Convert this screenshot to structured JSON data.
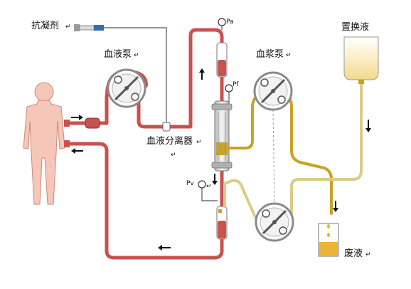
{
  "labels": {
    "anticoagulant": "抗凝剂",
    "anticoagulant_mark": "↵",
    "blood_pump": "血液泵",
    "blood_pump_mark": "↵",
    "plasma_pump": "血浆泵",
    "plasma_pump_mark": "↵",
    "replacement_fluid": "置换液",
    "separator": "血液分离器",
    "separator_mark": "↵",
    "separator_mark2": "↵",
    "waste": "废液",
    "waste_mark": "↵",
    "pa": "Pa",
    "pf": "Pf",
    "pv": "Pv",
    "pv_mark": "↵"
  },
  "colors": {
    "blood_tube": "#c8524f",
    "blood_tube_light": "#e0908a",
    "plasma_tube": "#c9a227",
    "replacement_tube": "#d9cc8a",
    "pump_ring": "#8a8a8a",
    "body": "#f6c7b8"
  }
}
